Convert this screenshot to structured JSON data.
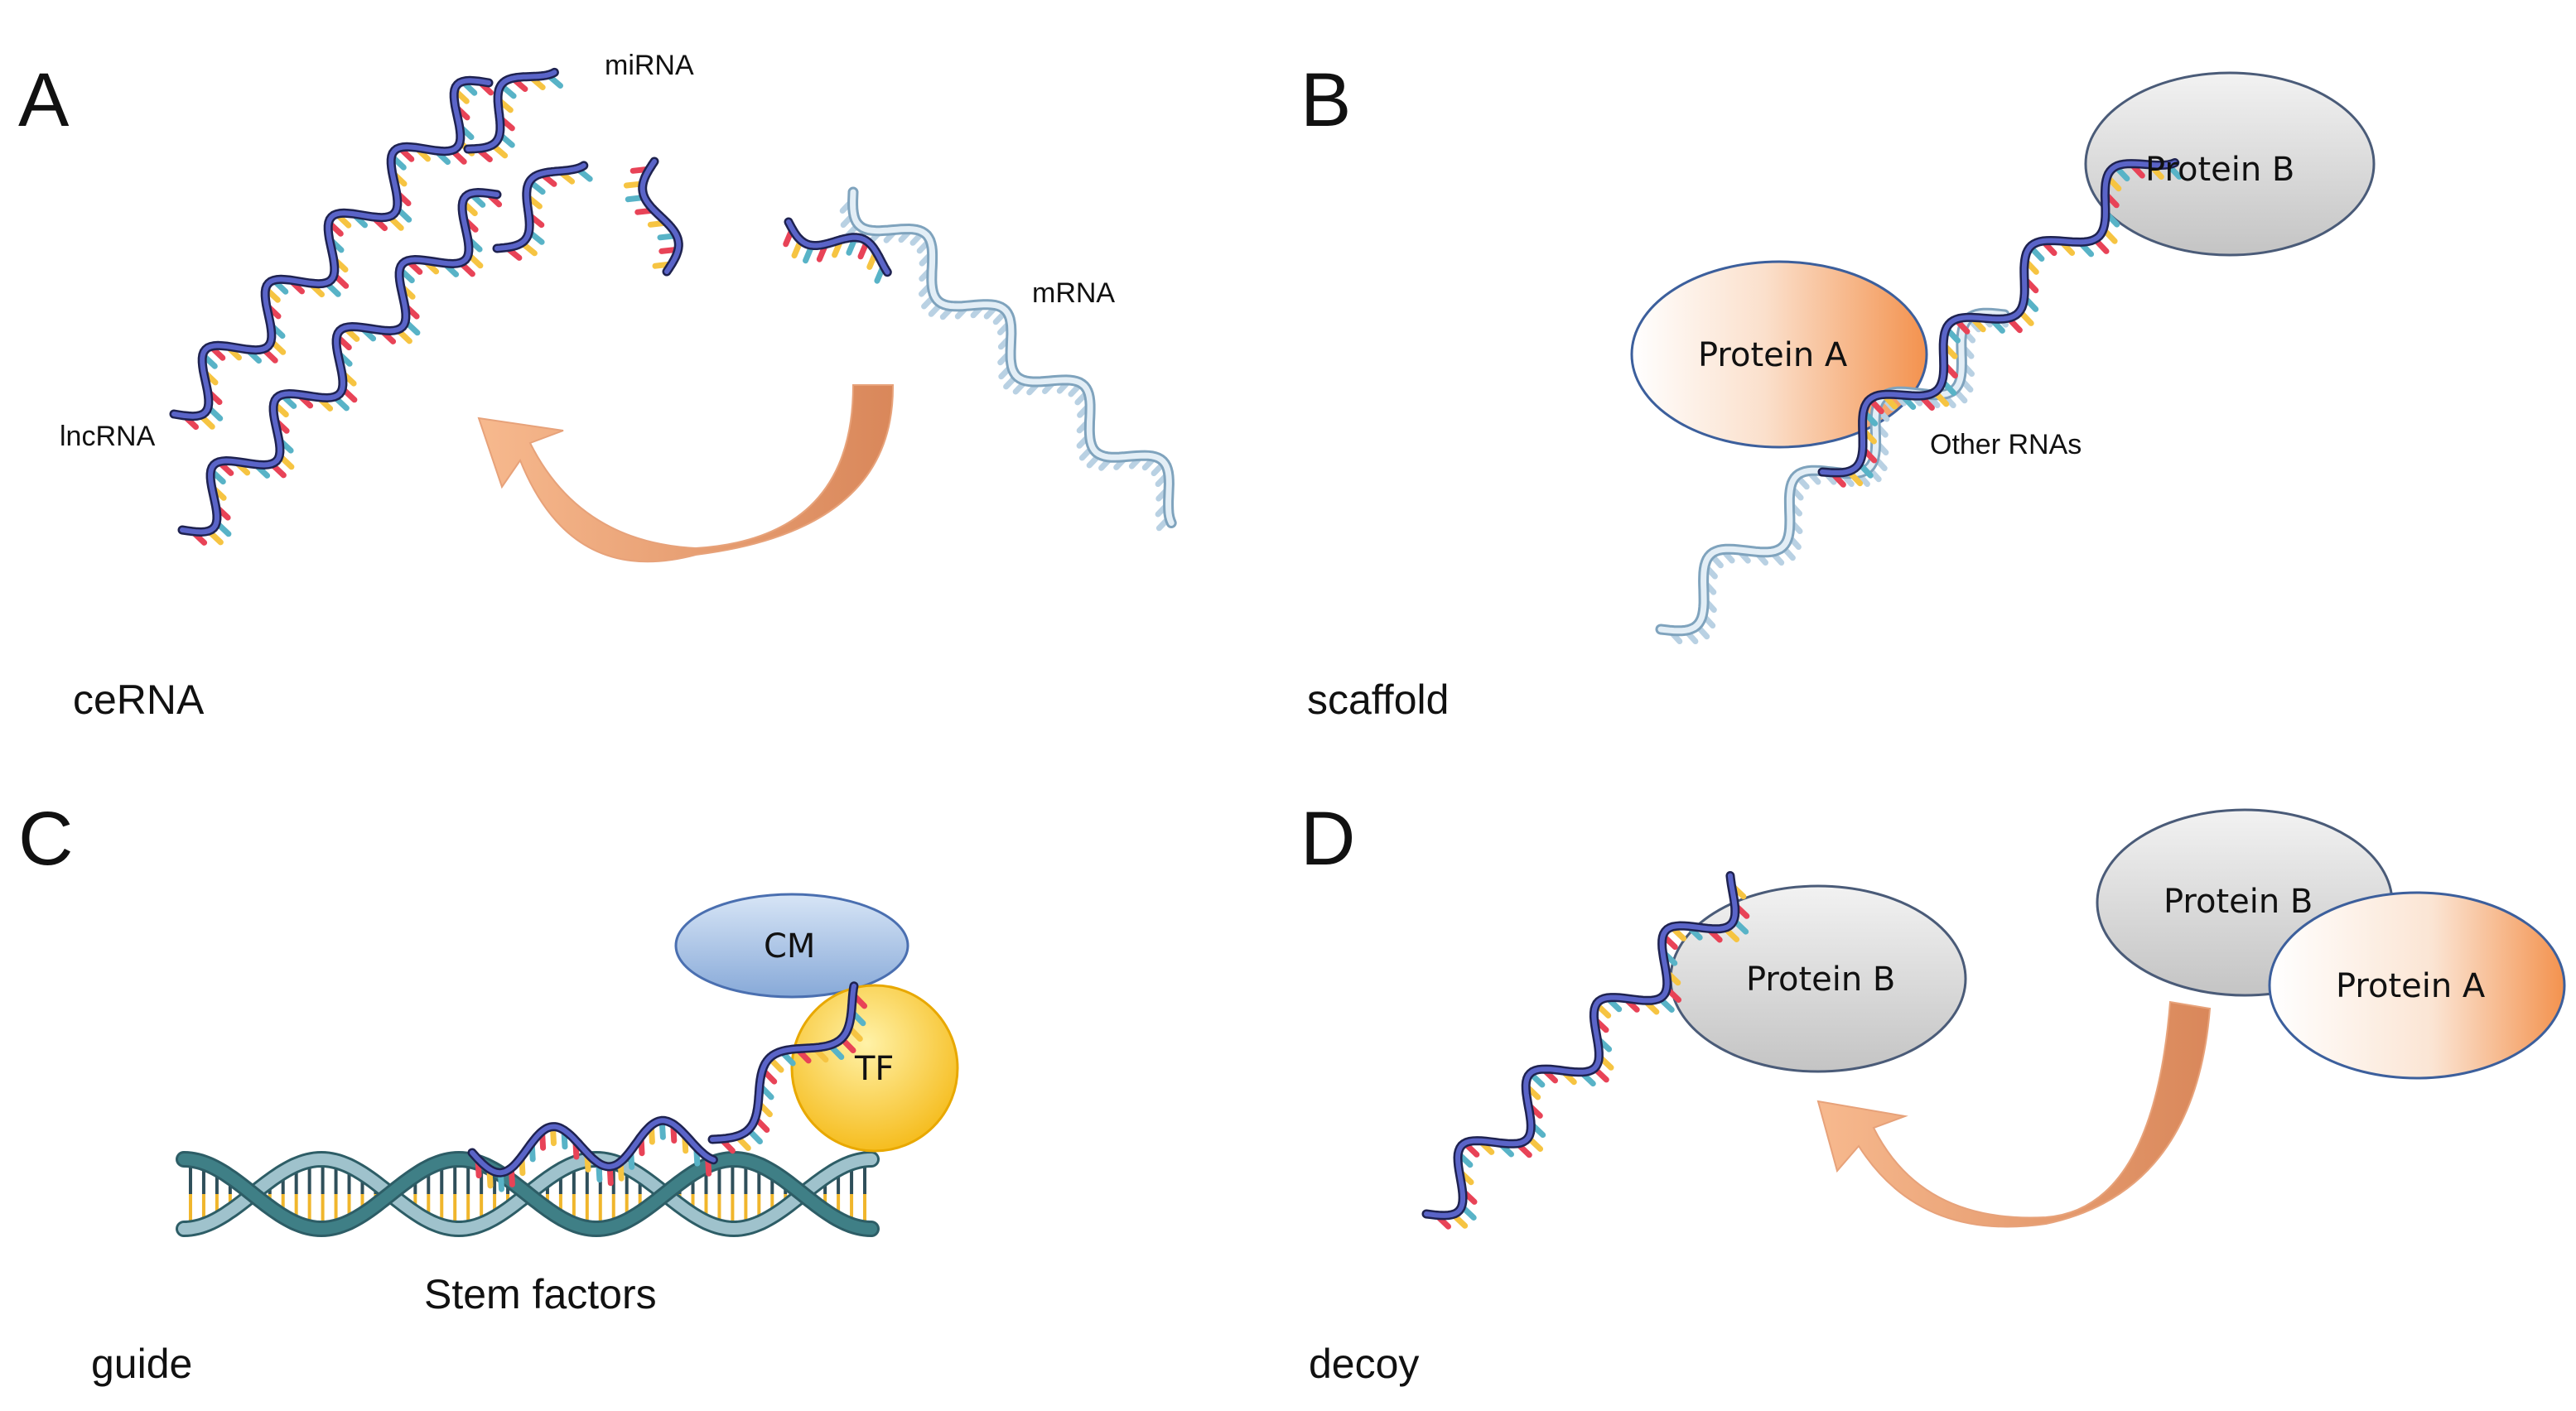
{
  "panels": {
    "a": {
      "letter": "A",
      "caption": "ceRNA",
      "labels": {
        "mirna": "miRNA",
        "mrna": "mRNA",
        "lncrna": "lncRNA"
      }
    },
    "b": {
      "letter": "B",
      "caption": "scaffold",
      "labels": {
        "protein_a": "Protein A",
        "protein_b": "Protein B",
        "other_rnas": "Other RNAs"
      }
    },
    "c": {
      "letter": "C",
      "caption": "guide",
      "labels": {
        "cm": "CM",
        "tf": "TF",
        "stem_factors": "Stem factors"
      }
    },
    "d": {
      "letter": "D",
      "caption": "decoy",
      "labels": {
        "protein_b_bound": "Protein B",
        "protein_b": "Protein B",
        "protein_a": "Protein A"
      }
    }
  },
  "colors": {
    "lncrna_backbone": "#5a64c8",
    "mrna_backbone": "#a8c6dc",
    "dna_strand": "#3f7f86",
    "arrow_orange": "#f0a070",
    "protein_a_orange": "#f3924e",
    "protein_gray": "#d2d2d2",
    "cm_blue": "#a9c4e6",
    "tf_yellow": "#f7c32a",
    "base_colors": [
      "#e84357",
      "#f6c442",
      "#58b3c7"
    ]
  }
}
